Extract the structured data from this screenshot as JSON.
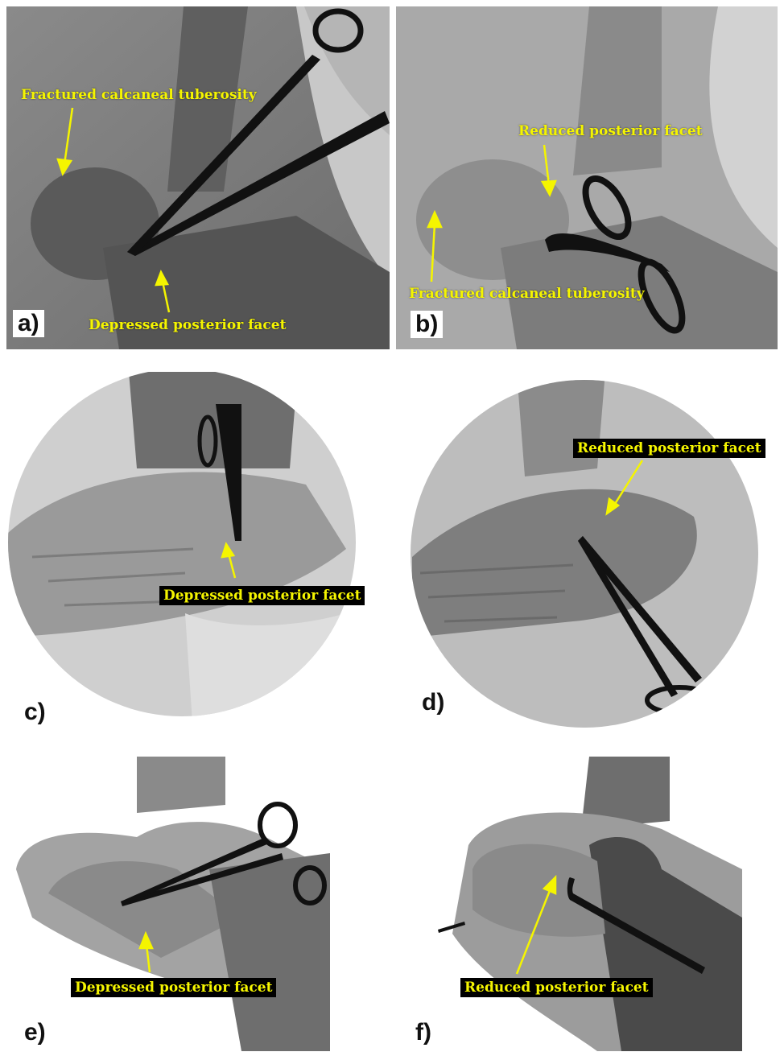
{
  "panels": [
    {
      "id": "a",
      "letter": "a)",
      "labels": {
        "tuberosity": "Fractured calcaneal tuberosity",
        "facet": "Depressed posterior facet"
      }
    },
    {
      "id": "b",
      "letter": "b)",
      "labels": {
        "facet": "Reduced posterior facet",
        "tuberosity": "Fractured calcaneal tuberosity"
      }
    },
    {
      "id": "c",
      "letter": "c)",
      "labels": {
        "facet": "Depressed posterior facet"
      }
    },
    {
      "id": "d",
      "letter": "d)",
      "labels": {
        "facet": "Reduced posterior facet"
      }
    },
    {
      "id": "e",
      "letter": "e)",
      "labels": {
        "facet": "Depressed posterior facet"
      }
    },
    {
      "id": "f",
      "letter": "f)",
      "labels": {
        "facet": "Reduced posterior facet"
      }
    }
  ],
  "colors": {
    "annotation": "#f5f500",
    "label_box": "#000000"
  }
}
